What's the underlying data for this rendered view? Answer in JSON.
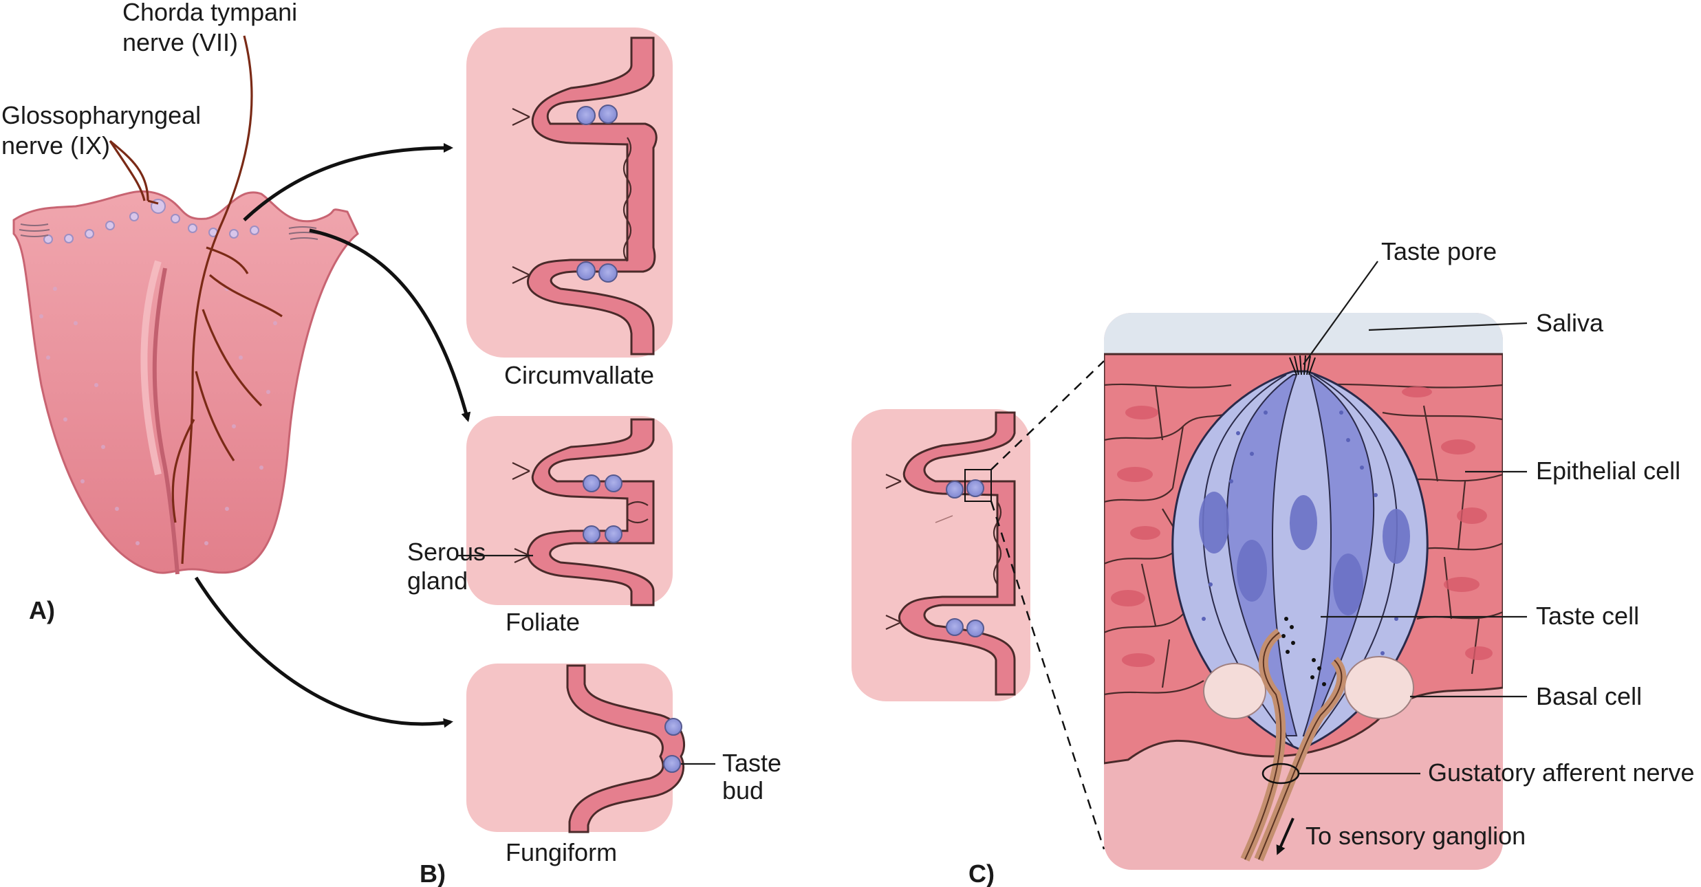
{
  "panels": {
    "a": "A)",
    "b": "B)",
    "c": "C)"
  },
  "labels": {
    "chorda_tympani_1": "Chorda tympani",
    "chorda_tympani_2": "nerve (VII)",
    "glossopharyngeal_1": "Glossopharyngeal",
    "glossopharyngeal_2": "nerve (IX)",
    "circumvallate": "Circumvallate",
    "foliate": "Foliate",
    "fungiform": "Fungiform",
    "serous_gland_1": "Serous",
    "serous_gland_2": "gland",
    "taste_bud_1": "Taste",
    "taste_bud_2": "bud",
    "taste_pore": "Taste pore",
    "saliva": "Saliva",
    "epithelial_cell": "Epithelial cell",
    "taste_cell": "Taste cell",
    "basal_cell": "Basal cell",
    "gustatory_afferent_nerve": "Gustatory afferent nerve",
    "to_sensory_ganglion": "To sensory ganglion"
  },
  "colors": {
    "tongue": "#e9909b",
    "tissue_light": "#f5c4c6",
    "tissue_epithelium": "#e57f8e",
    "taste_bud": "#8c92d8",
    "saliva": "#dfe6ee",
    "nerve": "#7a2a16"
  }
}
